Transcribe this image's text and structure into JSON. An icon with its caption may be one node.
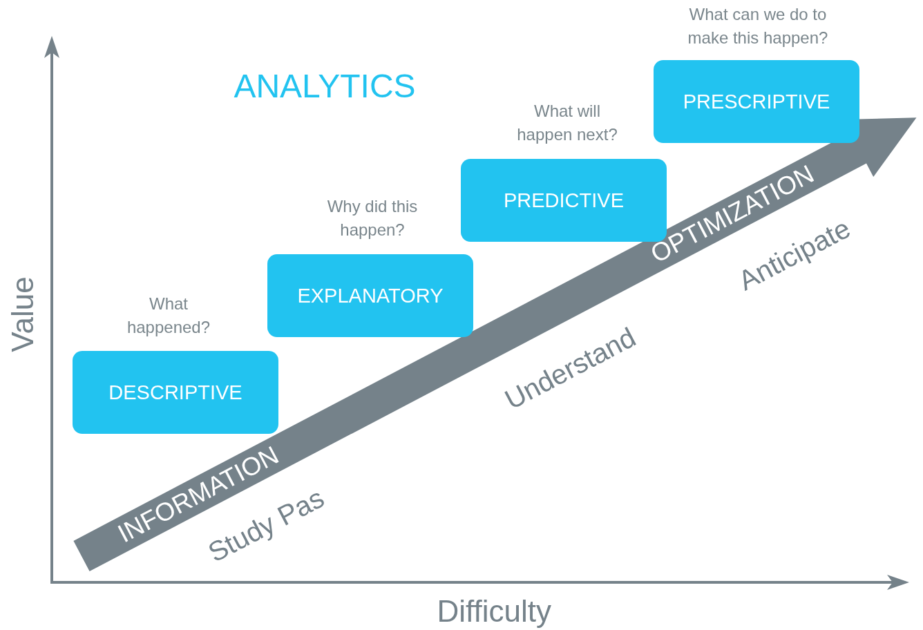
{
  "diagram": {
    "title": "ANALYTICS",
    "nodes": [
      {
        "text": [
          "DESCRIPTIVE"
        ],
        "beside": [
          "What happened?"
        ]
      },
      {
        "text": [
          "EXPLANATORY"
        ],
        "beside": [
          "Why did this happen?"
        ]
      },
      {
        "text": [
          "PREDICTIVE"
        ],
        "beside": [
          "What will happen next?"
        ]
      },
      {
        "text": [
          "PRESCRIPTIVE"
        ],
        "beside": [
          "What can we do to make this happen?"
        ]
      }
    ],
    "labels": [
      "Value",
      "Difficulty",
      "INFORMATION",
      "OPTIMIZATION",
      "Study Pas",
      "Understand",
      "Anticipate"
    ]
  }
}
